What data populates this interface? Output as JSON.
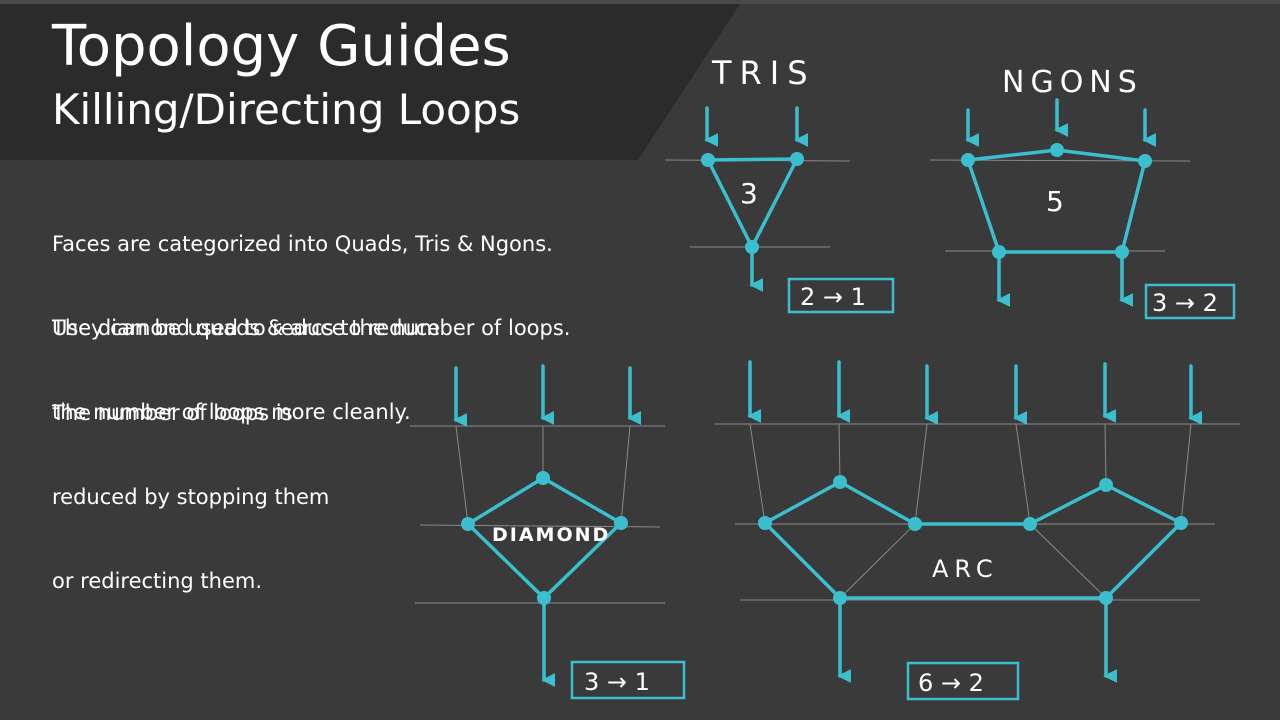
{
  "title": {
    "main": "Topology Guides",
    "sub": "Killing/Directing Loops"
  },
  "description": {
    "paragraph1_line1": "Faces are categorized into Quads, Tris & Ngons.",
    "paragraph1_line2": "They can be used to reduce the number of loops.",
    "paragraph2_line1": "Use diamond quads & arcs to reduce",
    "paragraph2_line2": "the number of loops more cleanly.",
    "paragraph3_line1": "The number of loops is",
    "paragraph3_line2": "reduced by stopping them",
    "paragraph3_line3": "or redirecting them."
  },
  "diagrams": {
    "tris": {
      "label": "TRIS",
      "face_count": "3",
      "ratio": "2 → 1"
    },
    "ngons": {
      "label": "NGONS",
      "face_count": "5",
      "ratio": "3 → 2"
    },
    "diamond": {
      "label": "DIAMOND",
      "ratio": "3 → 1"
    },
    "arc": {
      "label": "ARC",
      "ratio": "6 → 2"
    }
  },
  "colors": {
    "background": "#3a3a3a",
    "title_band": "#2b2b2b",
    "accent": "#3bbfcf",
    "guide_line": "#8a8a8a",
    "text": "#ffffff"
  }
}
